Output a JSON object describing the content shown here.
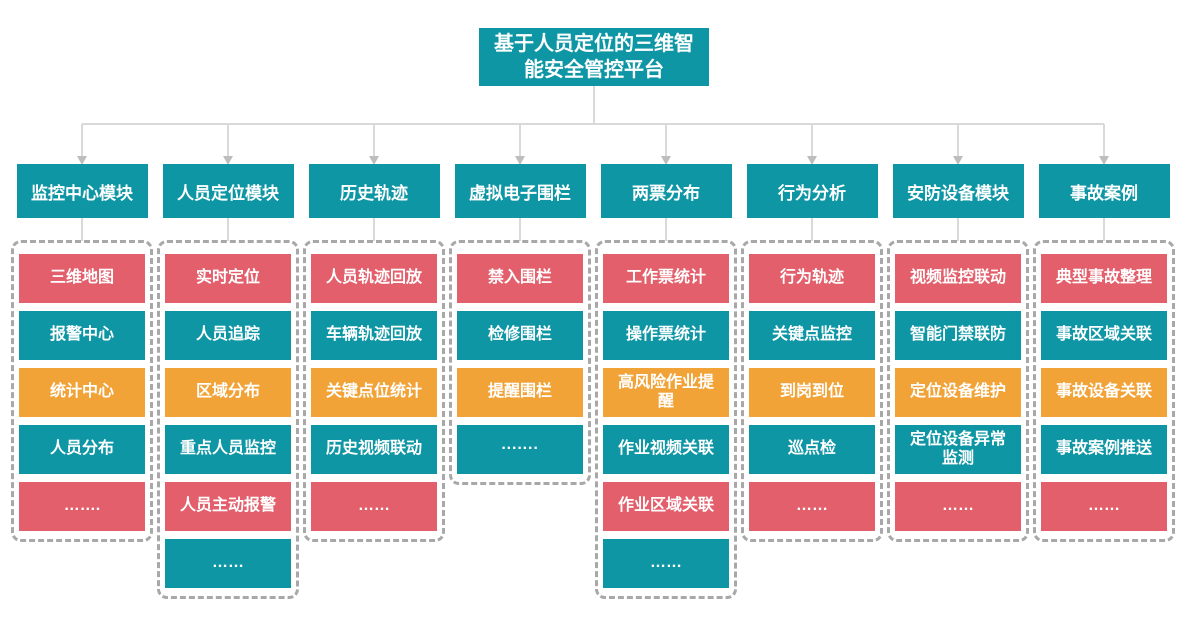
{
  "palette": {
    "teal": "#0e96a5",
    "red": "#e25f6b",
    "orange": "#f1a337",
    "connector_line": "#d9d9d9",
    "arrow": "#bdbdbd",
    "dash_border": "#a8a8a8"
  },
  "root": {
    "title": "基于人员定位的三维智能安全管控平台",
    "title_lines": [
      "基于人员定位的三维智",
      "能安全管控平台"
    ]
  },
  "columns": [
    {
      "title": "监控中心模块",
      "items": [
        {
          "label": "三维地图",
          "color": "red"
        },
        {
          "label": "报警中心",
          "color": "teal"
        },
        {
          "label": "统计中心",
          "color": "orange"
        },
        {
          "label": "人员分布",
          "color": "teal"
        },
        {
          "label": "…….",
          "color": "red"
        }
      ]
    },
    {
      "title": "人员定位模块",
      "items": [
        {
          "label": "实时定位",
          "color": "red"
        },
        {
          "label": "人员追踪",
          "color": "teal"
        },
        {
          "label": "区域分布",
          "color": "orange"
        },
        {
          "label": "重点人员监控",
          "color": "teal"
        },
        {
          "label": "人员主动报警",
          "color": "red"
        },
        {
          "label": "……",
          "color": "teal"
        }
      ]
    },
    {
      "title": "历史轨迹",
      "items": [
        {
          "label": "人员轨迹回放",
          "color": "red"
        },
        {
          "label": "车辆轨迹回放",
          "color": "teal"
        },
        {
          "label": "关键点位统计",
          "color": "orange"
        },
        {
          "label": "历史视频联动",
          "color": "teal"
        },
        {
          "label": "……",
          "color": "red"
        }
      ]
    },
    {
      "title": "虚拟电子围栏",
      "items": [
        {
          "label": "禁入围栏",
          "color": "red"
        },
        {
          "label": "检修围栏",
          "color": "teal"
        },
        {
          "label": "提醒围栏",
          "color": "orange"
        },
        {
          "label": "·······",
          "color": "teal"
        }
      ]
    },
    {
      "title": "两票分布",
      "items": [
        {
          "label": "工作票统计",
          "color": "red"
        },
        {
          "label": "操作票统计",
          "color": "teal"
        },
        {
          "label": "高风险作业提醒",
          "color": "orange"
        },
        {
          "label": "作业视频关联",
          "color": "teal"
        },
        {
          "label": "作业区域关联",
          "color": "red"
        },
        {
          "label": "……",
          "color": "teal"
        }
      ]
    },
    {
      "title": "行为分析",
      "items": [
        {
          "label": "行为轨迹",
          "color": "red"
        },
        {
          "label": "关键点监控",
          "color": "teal"
        },
        {
          "label": "到岗到位",
          "color": "orange"
        },
        {
          "label": "巡点检",
          "color": "teal"
        },
        {
          "label": "……",
          "color": "red"
        }
      ]
    },
    {
      "title": "安防设备模块",
      "items": [
        {
          "label": "视频监控联动",
          "color": "red"
        },
        {
          "label": "智能门禁联防",
          "color": "teal"
        },
        {
          "label": "定位设备维护",
          "color": "orange"
        },
        {
          "label": "定位设备异常监测",
          "color": "teal"
        },
        {
          "label": "……",
          "color": "red"
        }
      ]
    },
    {
      "title": "事故案例",
      "items": [
        {
          "label": "典型事故整理",
          "color": "red"
        },
        {
          "label": "事故区域关联",
          "color": "teal"
        },
        {
          "label": "事故设备关联",
          "color": "orange"
        },
        {
          "label": "事故案例推送",
          "color": "teal"
        },
        {
          "label": "……",
          "color": "red"
        }
      ]
    }
  ]
}
